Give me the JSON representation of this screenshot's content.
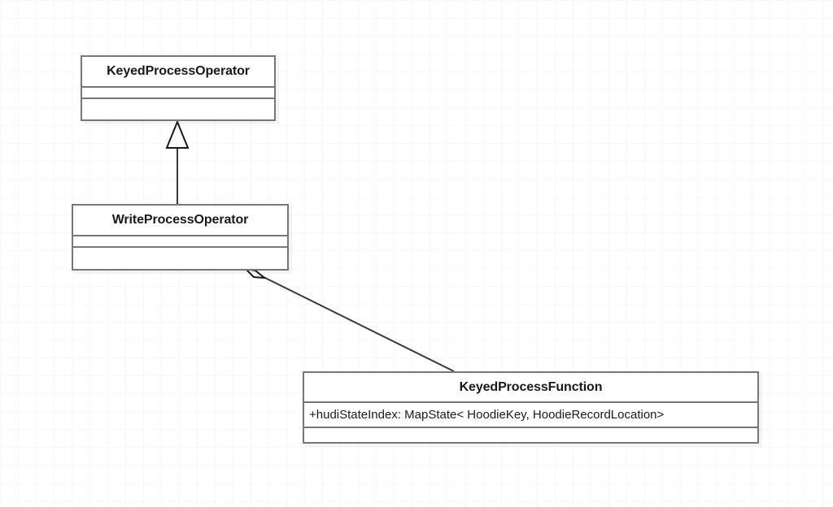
{
  "diagram": {
    "type": "uml-class-diagram",
    "background": "#ffffff",
    "grid_color": "#f2f2f2",
    "classes": [
      {
        "id": "keyed-process-operator",
        "name": "KeyedProcessOperator",
        "attributes": [],
        "operations": []
      },
      {
        "id": "write-process-operator",
        "name": "WriteProcessOperator",
        "attributes": [],
        "operations": []
      },
      {
        "id": "keyed-process-function",
        "name": "KeyedProcessFunction",
        "attributes": [
          "+hudiStateIndex: MapState< HoodieKey, HoodieRecordLocation>"
        ],
        "operations": []
      }
    ],
    "relationships": [
      {
        "id": "generalization-write-to-keyed-operator",
        "kind": "generalization",
        "marker": "hollow-triangle",
        "from": "write-process-operator",
        "to": "keyed-process-operator"
      },
      {
        "id": "aggregation-write-to-keyed-function",
        "kind": "aggregation",
        "marker": "hollow-diamond",
        "from": "write-process-operator",
        "to": "keyed-process-function"
      }
    ]
  }
}
